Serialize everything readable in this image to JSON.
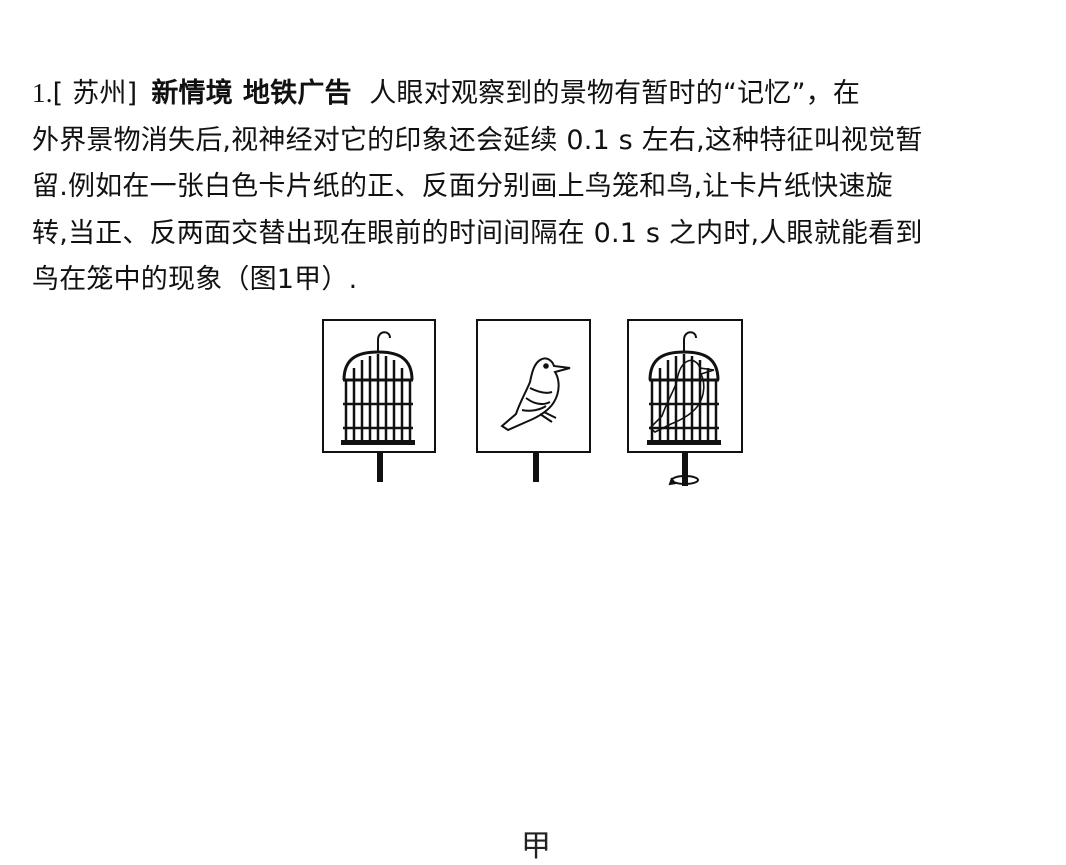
{
  "question": {
    "number": "1.",
    "source": "[ 苏州]",
    "tag_1": "新情境",
    "tag_2": "地铁广告",
    "lines": [
      "人眼对观察到的景物有暂时的“记忆”，在",
      "外界景物消失后,视神经对它的印象还会延续 0.1 s 左右,这种特征叫视觉暂",
      "留.例如在一张白色卡片纸的正、反面分别画上鸟笼和鸟,让卡片纸快速旋",
      "转,当正、反两面交替出现在眼前的时间间隔在 0.1 s 之内时,人眼就能看到",
      "鸟在笼中的现象（图1甲）."
    ]
  },
  "figure": {
    "caption": "甲",
    "panels": [
      "birdcage",
      "bird",
      "bird-in-cage-rotating"
    ]
  }
}
